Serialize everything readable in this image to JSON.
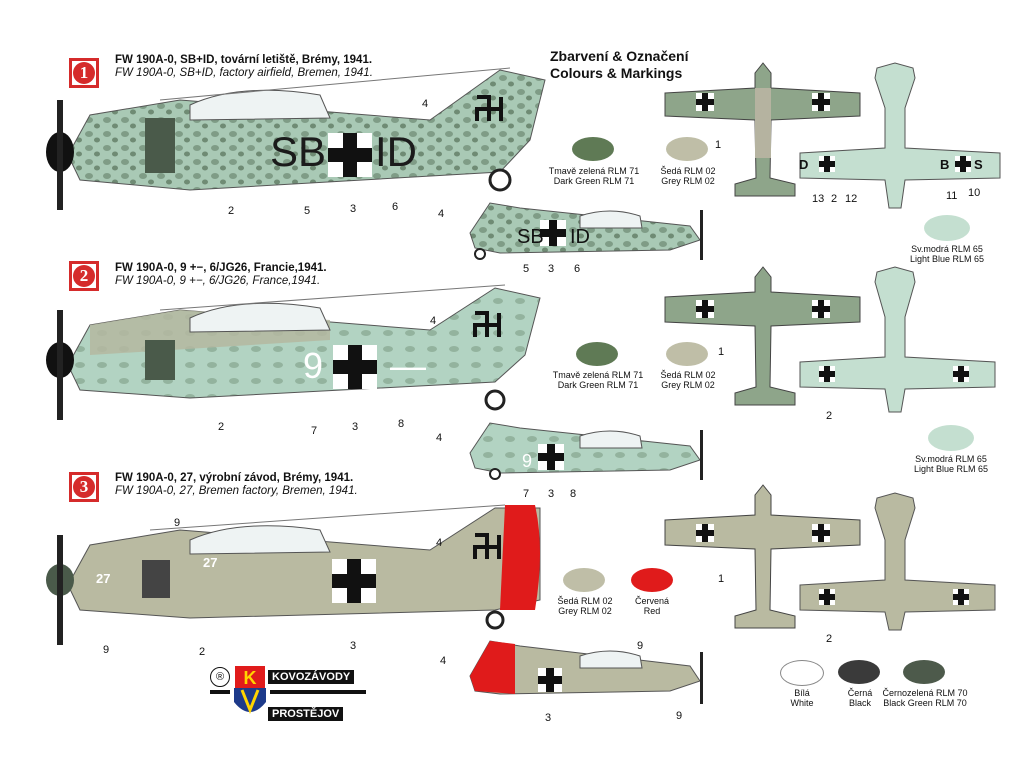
{
  "profiles": [
    {
      "number": "1",
      "caption_cz": "FW 190A-0, SB+ID, tovární letiště, Brémy, 1941.",
      "caption_en": "FW 190A-0, SB+ID, factory airfield, Bremen, 1941.",
      "code_left": "SB",
      "code_right": "ID",
      "callouts": {
        "c4": "4",
        "c2": "2",
        "c5": "5",
        "c3": "3",
        "c6": "6"
      },
      "small_callouts": {
        "c4": "4",
        "c5": "5",
        "c3": "3",
        "c6": "6"
      }
    },
    {
      "number": "2",
      "caption_cz": "FW 190A-0, 9 +−, 6/JG26, Francie,1941.",
      "caption_en": "FW 190A-0, 9 +−, 6/JG26, France,1941.",
      "code_left": "9",
      "code_right": "—",
      "callouts": {
        "c4": "4",
        "c2": "2",
        "c7": "7",
        "c3": "3",
        "c8": "8"
      },
      "small_callouts": {
        "c4": "4",
        "c7": "7",
        "c3": "3",
        "c8": "8"
      }
    },
    {
      "number": "3",
      "caption_cz": "FW 190A-0, 27, výrobní závod, Brémy, 1941.",
      "caption_en": "FW 190A-0, 27, Bremen factory, Bremen, 1941.",
      "code_left": "27",
      "code_right": "27",
      "callouts": {
        "c9a": "9",
        "c4": "4",
        "c9b": "9",
        "c2": "2",
        "c3": "3"
      },
      "small_callouts": {
        "c4": "4",
        "c9a": "9",
        "c9b": "9",
        "c3": "3"
      }
    }
  ],
  "heading": {
    "cz": "Zbarvení & Označení",
    "en": "Colours & Markings"
  },
  "swatches": {
    "rlm71_1": {
      "cz": "Tmavě zelená RLM 71",
      "en": "Dark Green RLM 71",
      "color": "#5f7a55"
    },
    "rlm02_1": {
      "cz": "Šedá RLM 02",
      "en": "Grey RLM 02",
      "color": "#bfbea7"
    },
    "rlm65_1": {
      "cz": "Sv.modrá RLM 65",
      "en": "Light Blue RLM 65",
      "color": "#c4dfd0"
    },
    "rlm71_2": {
      "cz": "Tmavě zelená RLM 71",
      "en": "Dark Green RLM 71",
      "color": "#5f7a55"
    },
    "rlm02_2": {
      "cz": "Šedá RLM 02",
      "en": "Grey RLM 02",
      "color": "#bfbea7"
    },
    "rlm65_2": {
      "cz": "Sv.modrá RLM 65",
      "en": "Light Blue RLM 65",
      "color": "#c4dfd0"
    },
    "rlm02_3": {
      "cz": "Šedá RLM 02",
      "en": "Grey RLM 02",
      "color": "#bfbea7"
    },
    "red": {
      "cz": "Červená",
      "en": "Red",
      "color": "#e01b1b"
    },
    "white": {
      "cz": "Bílá",
      "en": "White",
      "color": "#ffffff"
    },
    "black": {
      "cz": "Černá",
      "en": "Black",
      "color": "#3a3a3a"
    },
    "rlm70": {
      "cz": "Černozelená RLM 70",
      "en": "Black Green RLM 70",
      "color": "#4d5a4b"
    }
  },
  "topviews": {
    "v1": {
      "c1": "1"
    },
    "u1": {
      "c13": "13",
      "c2": "2",
      "c12": "12",
      "c11": "11",
      "c10": "10",
      "code_l": "D",
      "code_m": "B",
      "code_r": "S"
    },
    "v2": {
      "c1": "1"
    },
    "u2": {
      "c2": "2"
    },
    "v3": {
      "c1": "1"
    },
    "u3": {
      "c2": "2"
    }
  },
  "logo": {
    "top": "KOVOZÁVODY",
    "bottom": "PROSTĚJOV",
    "mark": "K",
    "registered": "®"
  }
}
